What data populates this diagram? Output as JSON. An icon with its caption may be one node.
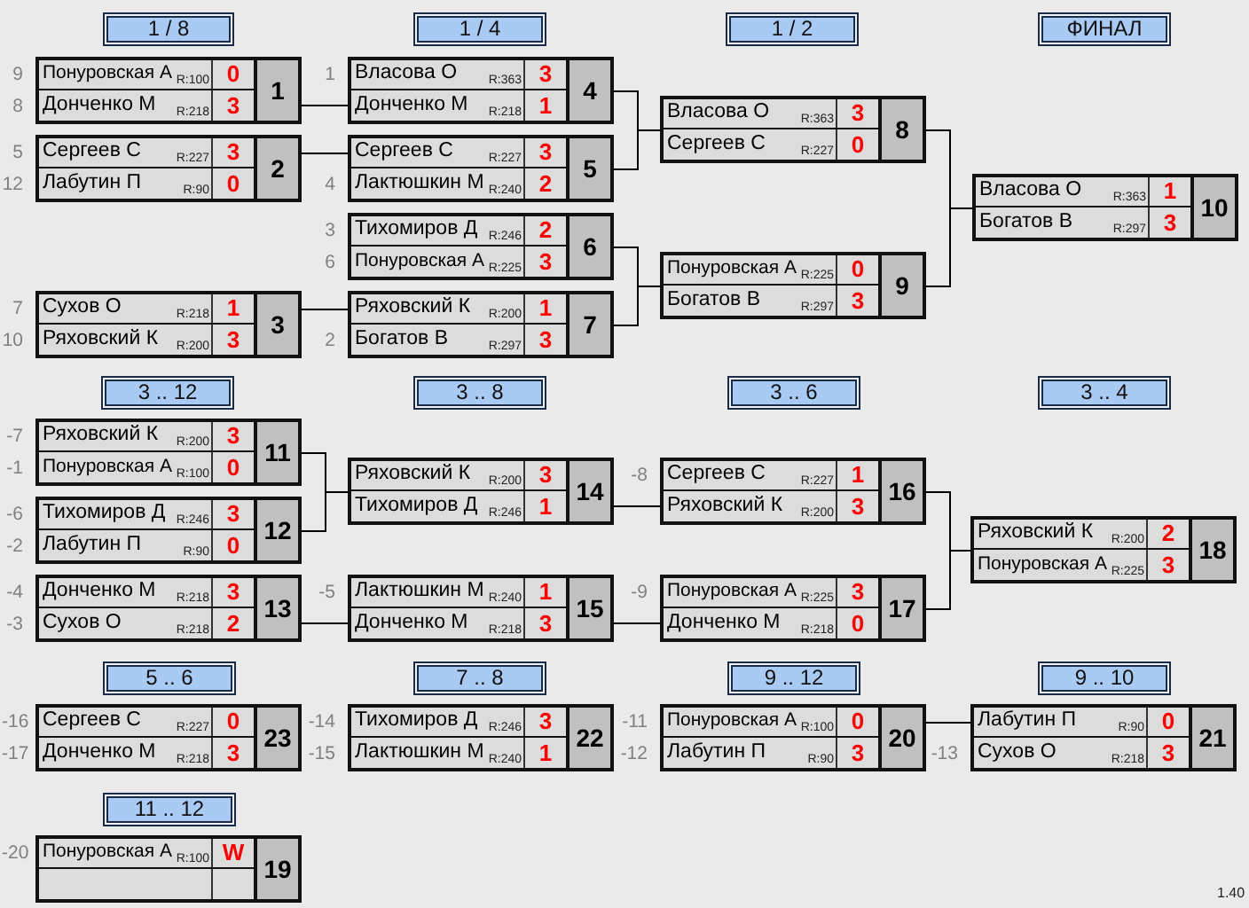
{
  "diagram": {
    "nodes": [
      {
        "text": [
          "1 / 8"
        ]
      },
      {
        "text": [
          "1 / 4"
        ]
      },
      {
        "text": [
          "1 / 2"
        ]
      },
      {
        "text": [
          "ФИНАЛ"
        ]
      },
      {
        "text": [
          "1"
        ]
      },
      {
        "text": [
          "Понуровская А",
          "R:100",
          "0"
        ],
        "in": 4,
        "beside": [
          "9"
        ]
      },
      {
        "text": [
          "Донченко М",
          "R:218",
          "3"
        ],
        "in": 4,
        "beside": [
          "8"
        ]
      },
      {
        "text": [
          "2"
        ]
      },
      {
        "text": [
          "Сергеев С",
          "R:227",
          "3"
        ],
        "in": 7,
        "beside": [
          "5"
        ]
      },
      {
        "text": [
          "Лабутин П",
          "R:90",
          "0"
        ],
        "in": 7,
        "beside": [
          "12"
        ]
      },
      {
        "text": [
          "3"
        ]
      },
      {
        "text": [
          "Сухов О",
          "R:218",
          "1"
        ],
        "in": 10,
        "beside": [
          "7"
        ]
      },
      {
        "text": [
          "Ряховский К",
          "R:200",
          "3"
        ],
        "in": 10,
        "beside": [
          "10"
        ]
      },
      {
        "text": [
          "4"
        ]
      },
      {
        "text": [
          "Власова О",
          "R:363",
          "3"
        ],
        "in": 13,
        "beside": [
          "1"
        ]
      },
      {
        "text": [
          "Донченко М",
          "R:218",
          "1"
        ],
        "in": 13
      },
      {
        "text": [
          "5"
        ]
      },
      {
        "text": [
          "Сергеев С",
          "R:227",
          "3"
        ],
        "in": 16
      },
      {
        "text": [
          "Лактюшкин М",
          "R:240",
          "2"
        ],
        "in": 16,
        "beside": [
          "4"
        ]
      },
      {
        "text": [
          "6"
        ]
      },
      {
        "text": [
          "Тихомиров Д",
          "R:246",
          "2"
        ],
        "in": 19,
        "beside": [
          "3"
        ]
      },
      {
        "text": [
          "Понуровская А",
          "R:225",
          "3"
        ],
        "in": 19,
        "beside": [
          "6"
        ]
      },
      {
        "text": [
          "7"
        ]
      },
      {
        "text": [
          "Ряховский К",
          "R:200",
          "1"
        ],
        "in": 22
      },
      {
        "text": [
          "Богатов В",
          "R:297",
          "3"
        ],
        "in": 22,
        "beside": [
          "2"
        ]
      },
      {
        "text": [
          "8"
        ]
      },
      {
        "text": [
          "Власова О",
          "R:363",
          "3"
        ],
        "in": 25
      },
      {
        "text": [
          "Сергеев С",
          "R:227",
          "0"
        ],
        "in": 25
      },
      {
        "text": [
          "9"
        ]
      },
      {
        "text": [
          "Понуровская А",
          "R:225",
          "0"
        ],
        "in": 28
      },
      {
        "text": [
          "Богатов В",
          "R:297",
          "3"
        ],
        "in": 28
      },
      {
        "text": [
          "10"
        ]
      },
      {
        "text": [
          "Власова О",
          "R:363",
          "1"
        ],
        "in": 31
      },
      {
        "text": [
          "Богатов В",
          "R:297",
          "3"
        ],
        "in": 31
      },
      {
        "text": [
          "3 .. 12"
        ]
      },
      {
        "text": [
          "3 .. 8"
        ]
      },
      {
        "text": [
          "3 .. 6"
        ]
      },
      {
        "text": [
          "3 .. 4"
        ]
      },
      {
        "text": [
          "11"
        ]
      },
      {
        "text": [
          "Ряховский К",
          "R:200",
          "3"
        ],
        "in": 38,
        "beside": [
          "-7"
        ]
      },
      {
        "text": [
          "Понуровская А",
          "R:100",
          "0"
        ],
        "in": 38,
        "beside": [
          "-1"
        ]
      },
      {
        "text": [
          "12"
        ]
      },
      {
        "text": [
          "Тихомиров Д",
          "R:246",
          "3"
        ],
        "in": 41,
        "beside": [
          "-6"
        ]
      },
      {
        "text": [
          "Лабутин П",
          "R:90",
          "0"
        ],
        "in": 41,
        "beside": [
          "-2"
        ]
      },
      {
        "text": [
          "13"
        ]
      },
      {
        "text": [
          "Донченко М",
          "R:218",
          "3"
        ],
        "in": 44,
        "beside": [
          "-4"
        ]
      },
      {
        "text": [
          "Сухов О",
          "R:218",
          "2"
        ],
        "in": 44,
        "beside": [
          "-3"
        ]
      },
      {
        "text": [
          "14"
        ]
      },
      {
        "text": [
          "Ряховский К",
          "R:200",
          "3"
        ],
        "in": 47
      },
      {
        "text": [
          "Тихомиров Д",
          "R:246",
          "1"
        ],
        "in": 47
      },
      {
        "text": [
          "15"
        ]
      },
      {
        "text": [
          "Лактюшкин М",
          "R:240",
          "1"
        ],
        "in": 50,
        "beside": [
          "-5"
        ]
      },
      {
        "text": [
          "Донченко М",
          "R:218",
          "3"
        ],
        "in": 50
      },
      {
        "text": [
          "16"
        ]
      },
      {
        "text": [
          "Сергеев С",
          "R:227",
          "1"
        ],
        "in": 53,
        "beside": [
          "-8"
        ]
      },
      {
        "text": [
          "Ряховский К",
          "R:200",
          "3"
        ],
        "in": 53
      },
      {
        "text": [
          "17"
        ]
      },
      {
        "text": [
          "Понуровская А",
          "R:225",
          "3"
        ],
        "in": 56,
        "beside": [
          "-9"
        ]
      },
      {
        "text": [
          "Донченко М",
          "R:218",
          "0"
        ],
        "in": 56
      },
      {
        "text": [
          "18"
        ]
      },
      {
        "text": [
          "Ряховский К",
          "R:200",
          "2"
        ],
        "in": 59
      },
      {
        "text": [
          "Понуровская А",
          "R:225",
          "3"
        ],
        "in": 59
      },
      {
        "text": [
          "5 .. 6"
        ]
      },
      {
        "text": [
          "7 .. 8"
        ]
      },
      {
        "text": [
          "9 .. 12"
        ]
      },
      {
        "text": [
          "9 .. 10"
        ]
      },
      {
        "text": [
          "23"
        ]
      },
      {
        "text": [
          "Сергеев С",
          "R:227",
          "0"
        ],
        "in": 66,
        "beside": [
          "-16"
        ]
      },
      {
        "text": [
          "Донченко М",
          "R:218",
          "3"
        ],
        "in": 66,
        "beside": [
          "-17"
        ]
      },
      {
        "text": [
          "22"
        ]
      },
      {
        "text": [
          "Тихомиров Д",
          "R:246",
          "3"
        ],
        "in": 69,
        "beside": [
          "-14"
        ]
      },
      {
        "text": [
          "Лактюшкин М",
          "R:240",
          "1"
        ],
        "in": 69,
        "beside": [
          "-15"
        ]
      },
      {
        "text": [
          "20"
        ]
      },
      {
        "text": [
          "Понуровская А",
          "R:100",
          "0"
        ],
        "in": 72,
        "beside": [
          "-11"
        ]
      },
      {
        "text": [
          "Лабутин П",
          "R:90",
          "3"
        ],
        "in": 72,
        "beside": [
          "-12"
        ]
      },
      {
        "text": [
          "21"
        ]
      },
      {
        "text": [
          "Лабутин П",
          "R:90",
          "0"
        ],
        "in": 75
      },
      {
        "text": [
          "Сухов О",
          "R:218",
          "3"
        ],
        "in": 75,
        "beside": [
          "-13"
        ]
      },
      {
        "text": [
          "11 .. 12"
        ]
      },
      {
        "text": [
          "19"
        ]
      },
      {
        "text": [
          "Понуровская А",
          "R:100",
          "W"
        ],
        "in": 79,
        "beside": [
          "-20"
        ]
      },
      {
        "text": [],
        "shape": "box",
        "in": 79
      }
    ],
    "edges": [
      {
        "from": 4,
        "to": 15,
        "arrow": "none"
      },
      {
        "from": 7,
        "to": 17,
        "arrow": "none"
      },
      {
        "from": 10,
        "to": 23,
        "arrow": "none"
      },
      {
        "from": 13,
        "to": 25,
        "arrow": "none"
      },
      {
        "from": 16,
        "to": 25,
        "arrow": "none"
      },
      {
        "from": 19,
        "to": 28,
        "arrow": "none"
      },
      {
        "from": 22,
        "to": 28,
        "arrow": "none"
      },
      {
        "from": 25,
        "to": 31,
        "arrow": "none"
      },
      {
        "from": 28,
        "to": 31,
        "arrow": "none"
      },
      {
        "from": 38,
        "to": 47,
        "arrow": "none"
      },
      {
        "from": 41,
        "to": 47,
        "arrow": "none"
      },
      {
        "from": 44,
        "to": 52,
        "arrow": "none"
      },
      {
        "from": 47,
        "to": 55,
        "arrow": "none"
      },
      {
        "from": 50,
        "to": 58,
        "arrow": "none"
      },
      {
        "from": 53,
        "to": 59,
        "arrow": "none"
      },
      {
        "from": 56,
        "to": 59,
        "arrow": "none"
      },
      {
        "from": 72,
        "to": 76,
        "arrow": "none"
      }
    ],
    "labels": [
      "1.40"
    ]
  }
}
